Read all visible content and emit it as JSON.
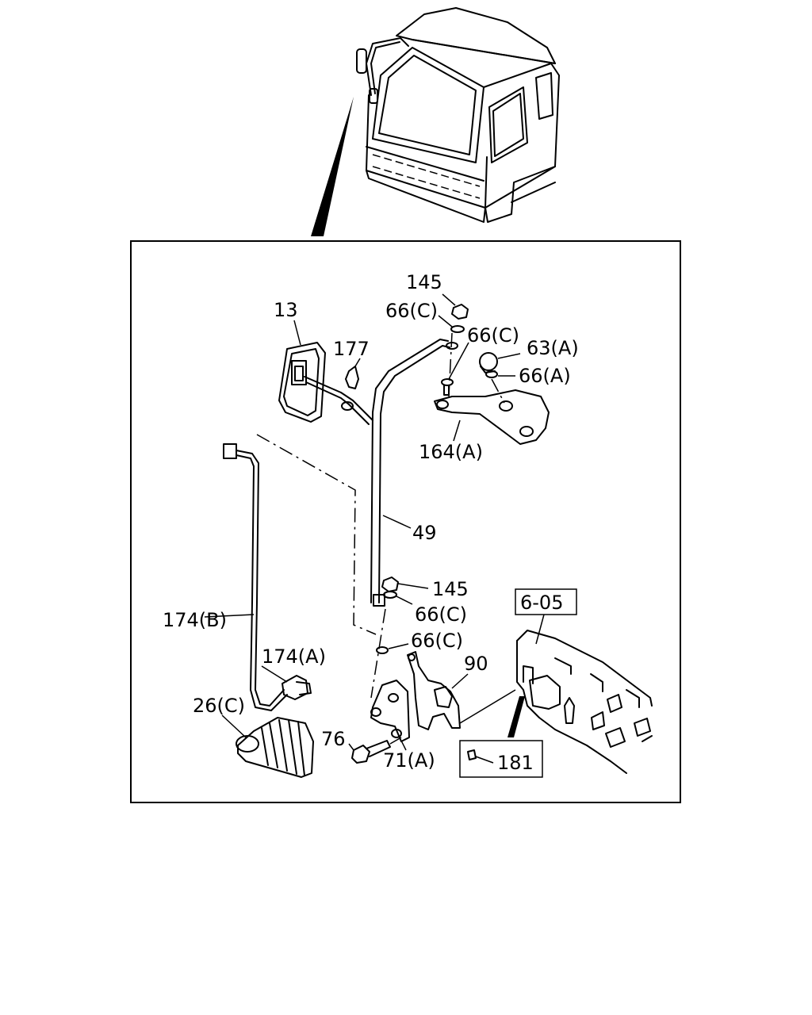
{
  "callouts": {
    "c145_top": "145",
    "c66c_a": "66(C)",
    "c13": "13",
    "c177": "177",
    "c66c_b": "66(C)",
    "c63a": "63(A)",
    "c66a": "66(A)",
    "c164a": "164(A)",
    "c49": "49",
    "c145_mid": "145",
    "c66c_c": "66(C)",
    "c66c_d": "66(C)",
    "c174b": "174(B)",
    "c174a": "174(A)",
    "c90": "90",
    "c605": "6-05",
    "c26c": "26(C)",
    "c76": "76",
    "c71a": "71(A)",
    "c181": "181"
  }
}
